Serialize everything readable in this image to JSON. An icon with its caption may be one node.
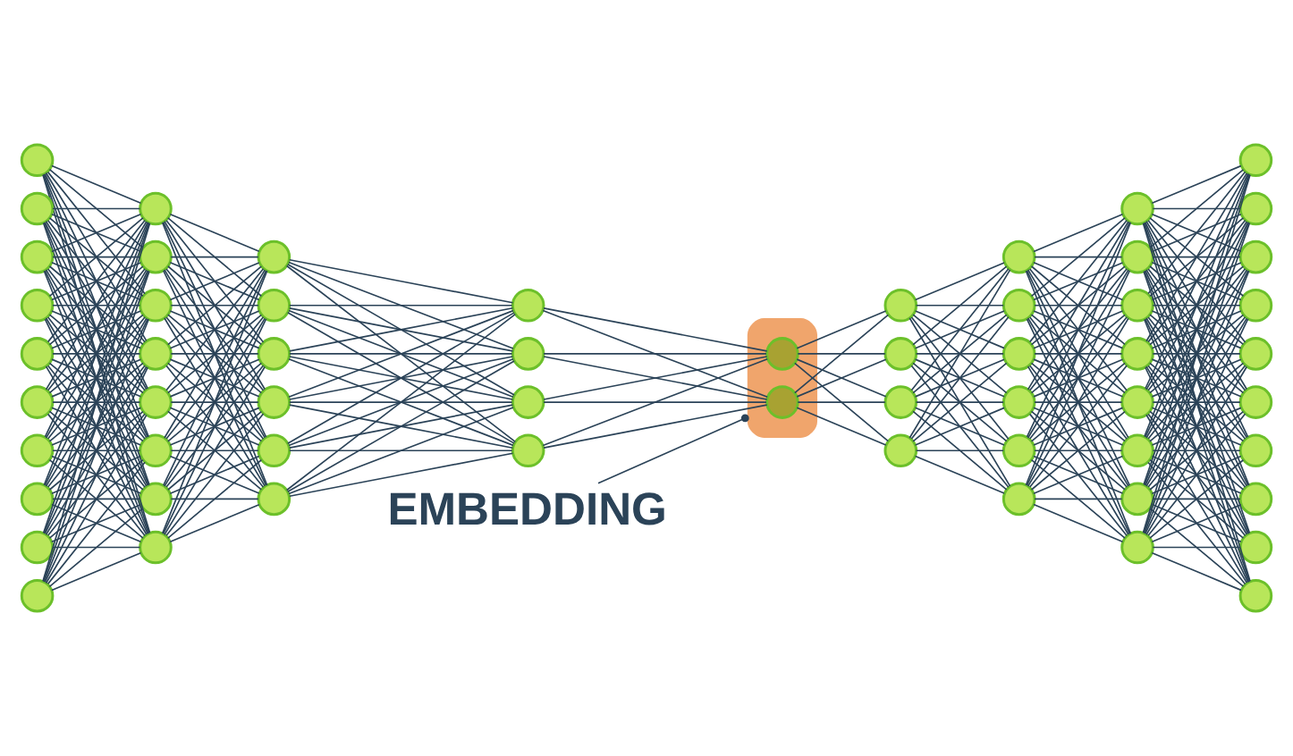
{
  "diagram": {
    "nodes": [
      {
        "text": [],
        "shape": "circle"
      },
      {
        "text": [],
        "shape": "circle"
      },
      {
        "text": [],
        "shape": "circle"
      },
      {
        "text": [],
        "shape": "circle"
      },
      {
        "text": [],
        "shape": "circle"
      },
      {
        "text": [],
        "shape": "circle"
      },
      {
        "text": [],
        "shape": "circle"
      },
      {
        "text": [],
        "shape": "circle"
      },
      {
        "text": [],
        "shape": "circle"
      },
      {
        "text": [],
        "shape": "circle"
      },
      {
        "text": [],
        "shape": "circle"
      },
      {
        "text": [],
        "shape": "circle"
      },
      {
        "text": [],
        "shape": "circle"
      },
      {
        "text": [],
        "shape": "circle"
      },
      {
        "text": [],
        "shape": "circle"
      },
      {
        "text": [],
        "shape": "circle"
      },
      {
        "text": [],
        "shape": "circle"
      },
      {
        "text": [],
        "shape": "circle"
      },
      {
        "text": [],
        "shape": "circle"
      },
      {
        "text": [],
        "shape": "circle"
      },
      {
        "text": [],
        "shape": "circle"
      },
      {
        "text": [],
        "shape": "circle"
      },
      {
        "text": [],
        "shape": "circle"
      },
      {
        "text": [],
        "shape": "circle"
      },
      {
        "text": [],
        "shape": "circle"
      },
      {
        "text": [],
        "shape": "circle"
      },
      {
        "text": [],
        "shape": "circle"
      },
      {
        "text": [],
        "shape": "circle"
      },
      {
        "text": [],
        "shape": "box"
      },
      {
        "text": [],
        "shape": "circle",
        "in": 28
      },
      {
        "text": [],
        "shape": "circle",
        "in": 28
      },
      {
        "text": [],
        "shape": "circle"
      },
      {
        "text": [],
        "shape": "circle"
      },
      {
        "text": [],
        "shape": "circle"
      },
      {
        "text": [],
        "shape": "circle"
      },
      {
        "text": [],
        "shape": "circle"
      },
      {
        "text": [],
        "shape": "circle"
      },
      {
        "text": [],
        "shape": "circle"
      },
      {
        "text": [],
        "shape": "circle"
      },
      {
        "text": [],
        "shape": "circle"
      },
      {
        "text": [],
        "shape": "circle"
      },
      {
        "text": [],
        "shape": "circle"
      },
      {
        "text": [],
        "shape": "circle"
      },
      {
        "text": [],
        "shape": "circle"
      },
      {
        "text": [],
        "shape": "circle"
      },
      {
        "text": [],
        "shape": "circle"
      },
      {
        "text": [],
        "shape": "circle"
      },
      {
        "text": [],
        "shape": "circle"
      },
      {
        "text": [],
        "shape": "circle"
      },
      {
        "text": [],
        "shape": "circle"
      },
      {
        "text": [],
        "shape": "circle"
      },
      {
        "text": [],
        "shape": "circle"
      },
      {
        "text": [],
        "shape": "circle"
      },
      {
        "text": [],
        "shape": "circle"
      },
      {
        "text": [],
        "shape": "circle"
      },
      {
        "text": [],
        "shape": "circle"
      },
      {
        "text": [],
        "shape": "circle"
      },
      {
        "text": [],
        "shape": "circle"
      },
      {
        "text": [],
        "shape": "circle"
      },
      {
        "text": [
          "EMBEDDING"
        ]
      }
    ],
    "edges": [
      {
        "from": 0,
        "to": 10,
        "arrow": "none"
      },
      {
        "from": 0,
        "to": 11,
        "arrow": "none"
      },
      {
        "from": 0,
        "to": 12,
        "arrow": "none"
      },
      {
        "from": 0,
        "to": 13,
        "arrow": "none"
      },
      {
        "from": 0,
        "to": 14,
        "arrow": "none"
      },
      {
        "from": 0,
        "to": 15,
        "arrow": "none"
      },
      {
        "from": 0,
        "to": 16,
        "arrow": "none"
      },
      {
        "from": 0,
        "to": 17,
        "arrow": "none"
      },
      {
        "from": 1,
        "to": 10,
        "arrow": "none"
      },
      {
        "from": 1,
        "to": 11,
        "arrow": "none"
      },
      {
        "from": 1,
        "to": 12,
        "arrow": "none"
      },
      {
        "from": 1,
        "to": 13,
        "arrow": "none"
      },
      {
        "from": 1,
        "to": 14,
        "arrow": "none"
      },
      {
        "from": 1,
        "to": 15,
        "arrow": "none"
      },
      {
        "from": 1,
        "to": 16,
        "arrow": "none"
      },
      {
        "from": 1,
        "to": 17,
        "arrow": "none"
      },
      {
        "from": 2,
        "to": 10,
        "arrow": "none"
      },
      {
        "from": 2,
        "to": 11,
        "arrow": "none"
      },
      {
        "from": 2,
        "to": 12,
        "arrow": "none"
      },
      {
        "from": 2,
        "to": 13,
        "arrow": "none"
      },
      {
        "from": 2,
        "to": 14,
        "arrow": "none"
      },
      {
        "from": 2,
        "to": 15,
        "arrow": "none"
      },
      {
        "from": 2,
        "to": 16,
        "arrow": "none"
      },
      {
        "from": 2,
        "to": 17,
        "arrow": "none"
      },
      {
        "from": 3,
        "to": 10,
        "arrow": "none"
      },
      {
        "from": 3,
        "to": 11,
        "arrow": "none"
      },
      {
        "from": 3,
        "to": 12,
        "arrow": "none"
      },
      {
        "from": 3,
        "to": 13,
        "arrow": "none"
      },
      {
        "from": 3,
        "to": 14,
        "arrow": "none"
      },
      {
        "from": 3,
        "to": 15,
        "arrow": "none"
      },
      {
        "from": 3,
        "to": 16,
        "arrow": "none"
      },
      {
        "from": 3,
        "to": 17,
        "arrow": "none"
      },
      {
        "from": 4,
        "to": 10,
        "arrow": "none"
      },
      {
        "from": 4,
        "to": 11,
        "arrow": "none"
      },
      {
        "from": 4,
        "to": 12,
        "arrow": "none"
      },
      {
        "from": 4,
        "to": 13,
        "arrow": "none"
      },
      {
        "from": 4,
        "to": 14,
        "arrow": "none"
      },
      {
        "from": 4,
        "to": 15,
        "arrow": "none"
      },
      {
        "from": 4,
        "to": 16,
        "arrow": "none"
      },
      {
        "from": 4,
        "to": 17,
        "arrow": "none"
      },
      {
        "from": 5,
        "to": 10,
        "arrow": "none"
      },
      {
        "from": 5,
        "to": 11,
        "arrow": "none"
      },
      {
        "from": 5,
        "to": 12,
        "arrow": "none"
      },
      {
        "from": 5,
        "to": 13,
        "arrow": "none"
      },
      {
        "from": 5,
        "to": 14,
        "arrow": "none"
      },
      {
        "from": 5,
        "to": 15,
        "arrow": "none"
      },
      {
        "from": 5,
        "to": 16,
        "arrow": "none"
      },
      {
        "from": 5,
        "to": 17,
        "arrow": "none"
      },
      {
        "from": 6,
        "to": 10,
        "arrow": "none"
      },
      {
        "from": 6,
        "to": 11,
        "arrow": "none"
      },
      {
        "from": 6,
        "to": 12,
        "arrow": "none"
      },
      {
        "from": 6,
        "to": 13,
        "arrow": "none"
      },
      {
        "from": 6,
        "to": 14,
        "arrow": "none"
      },
      {
        "from": 6,
        "to": 15,
        "arrow": "none"
      },
      {
        "from": 6,
        "to": 16,
        "arrow": "none"
      },
      {
        "from": 6,
        "to": 17,
        "arrow": "none"
      },
      {
        "from": 7,
        "to": 10,
        "arrow": "none"
      },
      {
        "from": 7,
        "to": 11,
        "arrow": "none"
      },
      {
        "from": 7,
        "to": 12,
        "arrow": "none"
      },
      {
        "from": 7,
        "to": 13,
        "arrow": "none"
      },
      {
        "from": 7,
        "to": 14,
        "arrow": "none"
      },
      {
        "from": 7,
        "to": 15,
        "arrow": "none"
      },
      {
        "from": 7,
        "to": 16,
        "arrow": "none"
      },
      {
        "from": 7,
        "to": 17,
        "arrow": "none"
      },
      {
        "from": 8,
        "to": 10,
        "arrow": "none"
      },
      {
        "from": 8,
        "to": 11,
        "arrow": "none"
      },
      {
        "from": 8,
        "to": 12,
        "arrow": "none"
      },
      {
        "from": 8,
        "to": 13,
        "arrow": "none"
      },
      {
        "from": 8,
        "to": 14,
        "arrow": "none"
      },
      {
        "from": 8,
        "to": 15,
        "arrow": "none"
      },
      {
        "from": 8,
        "to": 16,
        "arrow": "none"
      },
      {
        "from": 8,
        "to": 17,
        "arrow": "none"
      },
      {
        "from": 9,
        "to": 10,
        "arrow": "none"
      },
      {
        "from": 9,
        "to": 11,
        "arrow": "none"
      },
      {
        "from": 9,
        "to": 12,
        "arrow": "none"
      },
      {
        "from": 9,
        "to": 13,
        "arrow": "none"
      },
      {
        "from": 9,
        "to": 14,
        "arrow": "none"
      },
      {
        "from": 9,
        "to": 15,
        "arrow": "none"
      },
      {
        "from": 9,
        "to": 16,
        "arrow": "none"
      },
      {
        "from": 9,
        "to": 17,
        "arrow": "none"
      },
      {
        "from": 10,
        "to": 18,
        "arrow": "none"
      },
      {
        "from": 10,
        "to": 19,
        "arrow": "none"
      },
      {
        "from": 10,
        "to": 20,
        "arrow": "none"
      },
      {
        "from": 10,
        "to": 21,
        "arrow": "none"
      },
      {
        "from": 10,
        "to": 22,
        "arrow": "none"
      },
      {
        "from": 10,
        "to": 23,
        "arrow": "none"
      },
      {
        "from": 11,
        "to": 18,
        "arrow": "none"
      },
      {
        "from": 11,
        "to": 19,
        "arrow": "none"
      },
      {
        "from": 11,
        "to": 20,
        "arrow": "none"
      },
      {
        "from": 11,
        "to": 21,
        "arrow": "none"
      },
      {
        "from": 11,
        "to": 22,
        "arrow": "none"
      },
      {
        "from": 11,
        "to": 23,
        "arrow": "none"
      },
      {
        "from": 12,
        "to": 18,
        "arrow": "none"
      },
      {
        "from": 12,
        "to": 19,
        "arrow": "none"
      },
      {
        "from": 12,
        "to": 20,
        "arrow": "none"
      },
      {
        "from": 12,
        "to": 21,
        "arrow": "none"
      },
      {
        "from": 12,
        "to": 22,
        "arrow": "none"
      },
      {
        "from": 12,
        "to": 23,
        "arrow": "none"
      },
      {
        "from": 13,
        "to": 18,
        "arrow": "none"
      },
      {
        "from": 13,
        "to": 19,
        "arrow": "none"
      },
      {
        "from": 13,
        "to": 20,
        "arrow": "none"
      },
      {
        "from": 13,
        "to": 21,
        "arrow": "none"
      },
      {
        "from": 13,
        "to": 22,
        "arrow": "none"
      },
      {
        "from": 13,
        "to": 23,
        "arrow": "none"
      },
      {
        "from": 14,
        "to": 18,
        "arrow": "none"
      },
      {
        "from": 14,
        "to": 19,
        "arrow": "none"
      },
      {
        "from": 14,
        "to": 20,
        "arrow": "none"
      },
      {
        "from": 14,
        "to": 21,
        "arrow": "none"
      },
      {
        "from": 14,
        "to": 22,
        "arrow": "none"
      },
      {
        "from": 14,
        "to": 23,
        "arrow": "none"
      },
      {
        "from": 15,
        "to": 18,
        "arrow": "none"
      },
      {
        "from": 15,
        "to": 19,
        "arrow": "none"
      },
      {
        "from": 15,
        "to": 20,
        "arrow": "none"
      },
      {
        "from": 15,
        "to": 21,
        "arrow": "none"
      },
      {
        "from": 15,
        "to": 22,
        "arrow": "none"
      },
      {
        "from": 15,
        "to": 23,
        "arrow": "none"
      },
      {
        "from": 16,
        "to": 18,
        "arrow": "none"
      },
      {
        "from": 16,
        "to": 19,
        "arrow": "none"
      },
      {
        "from": 16,
        "to": 20,
        "arrow": "none"
      },
      {
        "from": 16,
        "to": 21,
        "arrow": "none"
      },
      {
        "from": 16,
        "to": 22,
        "arrow": "none"
      },
      {
        "from": 16,
        "to": 23,
        "arrow": "none"
      },
      {
        "from": 17,
        "to": 18,
        "arrow": "none"
      },
      {
        "from": 17,
        "to": 19,
        "arrow": "none"
      },
      {
        "from": 17,
        "to": 20,
        "arrow": "none"
      },
      {
        "from": 17,
        "to": 21,
        "arrow": "none"
      },
      {
        "from": 17,
        "to": 22,
        "arrow": "none"
      },
      {
        "from": 17,
        "to": 23,
        "arrow": "none"
      },
      {
        "from": 18,
        "to": 24,
        "arrow": "none"
      },
      {
        "from": 18,
        "to": 25,
        "arrow": "none"
      },
      {
        "from": 18,
        "to": 26,
        "arrow": "none"
      },
      {
        "from": 18,
        "to": 27,
        "arrow": "none"
      },
      {
        "from": 19,
        "to": 24,
        "arrow": "none"
      },
      {
        "from": 19,
        "to": 25,
        "arrow": "none"
      },
      {
        "from": 19,
        "to": 26,
        "arrow": "none"
      },
      {
        "from": 19,
        "to": 27,
        "arrow": "none"
      },
      {
        "from": 20,
        "to": 24,
        "arrow": "none"
      },
      {
        "from": 20,
        "to": 25,
        "arrow": "none"
      },
      {
        "from": 20,
        "to": 26,
        "arrow": "none"
      },
      {
        "from": 20,
        "to": 27,
        "arrow": "none"
      },
      {
        "from": 21,
        "to": 24,
        "arrow": "none"
      },
      {
        "from": 21,
        "to": 25,
        "arrow": "none"
      },
      {
        "from": 21,
        "to": 26,
        "arrow": "none"
      },
      {
        "from": 21,
        "to": 27,
        "arrow": "none"
      },
      {
        "from": 22,
        "to": 24,
        "arrow": "none"
      },
      {
        "from": 22,
        "to": 25,
        "arrow": "none"
      },
      {
        "from": 22,
        "to": 26,
        "arrow": "none"
      },
      {
        "from": 22,
        "to": 27,
        "arrow": "none"
      },
      {
        "from": 23,
        "to": 24,
        "arrow": "none"
      },
      {
        "from": 23,
        "to": 25,
        "arrow": "none"
      },
      {
        "from": 23,
        "to": 26,
        "arrow": "none"
      },
      {
        "from": 23,
        "to": 27,
        "arrow": "none"
      },
      {
        "from": 24,
        "to": 29,
        "arrow": "none"
      },
      {
        "from": 24,
        "to": 30,
        "arrow": "none"
      },
      {
        "from": 25,
        "to": 29,
        "arrow": "none"
      },
      {
        "from": 25,
        "to": 30,
        "arrow": "none"
      },
      {
        "from": 26,
        "to": 29,
        "arrow": "none"
      },
      {
        "from": 26,
        "to": 30,
        "arrow": "none"
      },
      {
        "from": 27,
        "to": 29,
        "arrow": "none"
      },
      {
        "from": 27,
        "to": 30,
        "arrow": "none"
      },
      {
        "from": 29,
        "to": 31,
        "arrow": "none"
      },
      {
        "from": 29,
        "to": 32,
        "arrow": "none"
      },
      {
        "from": 29,
        "to": 33,
        "arrow": "none"
      },
      {
        "from": 29,
        "to": 34,
        "arrow": "none"
      },
      {
        "from": 30,
        "to": 31,
        "arrow": "none"
      },
      {
        "from": 30,
        "to": 32,
        "arrow": "none"
      },
      {
        "from": 30,
        "to": 33,
        "arrow": "none"
      },
      {
        "from": 30,
        "to": 34,
        "arrow": "none"
      },
      {
        "from": 31,
        "to": 35,
        "arrow": "none"
      },
      {
        "from": 31,
        "to": 36,
        "arrow": "none"
      },
      {
        "from": 31,
        "to": 37,
        "arrow": "none"
      },
      {
        "from": 31,
        "to": 38,
        "arrow": "none"
      },
      {
        "from": 31,
        "to": 39,
        "arrow": "none"
      },
      {
        "from": 31,
        "to": 40,
        "arrow": "none"
      },
      {
        "from": 32,
        "to": 35,
        "arrow": "none"
      },
      {
        "from": 32,
        "to": 36,
        "arrow": "none"
      },
      {
        "from": 32,
        "to": 37,
        "arrow": "none"
      },
      {
        "from": 32,
        "to": 38,
        "arrow": "none"
      },
      {
        "from": 32,
        "to": 39,
        "arrow": "none"
      },
      {
        "from": 32,
        "to": 40,
        "arrow": "none"
      },
      {
        "from": 33,
        "to": 35,
        "arrow": "none"
      },
      {
        "from": 33,
        "to": 36,
        "arrow": "none"
      },
      {
        "from": 33,
        "to": 37,
        "arrow": "none"
      },
      {
        "from": 33,
        "to": 38,
        "arrow": "none"
      },
      {
        "from": 33,
        "to": 39,
        "arrow": "none"
      },
      {
        "from": 33,
        "to": 40,
        "arrow": "none"
      },
      {
        "from": 34,
        "to": 35,
        "arrow": "none"
      },
      {
        "from": 34,
        "to": 36,
        "arrow": "none"
      },
      {
        "from": 34,
        "to": 37,
        "arrow": "none"
      },
      {
        "from": 34,
        "to": 38,
        "arrow": "none"
      },
      {
        "from": 34,
        "to": 39,
        "arrow": "none"
      },
      {
        "from": 34,
        "to": 40,
        "arrow": "none"
      },
      {
        "from": 35,
        "to": 41,
        "arrow": "none"
      },
      {
        "from": 35,
        "to": 42,
        "arrow": "none"
      },
      {
        "from": 35,
        "to": 43,
        "arrow": "none"
      },
      {
        "from": 35,
        "to": 44,
        "arrow": "none"
      },
      {
        "from": 35,
        "to": 45,
        "arrow": "none"
      },
      {
        "from": 35,
        "to": 46,
        "arrow": "none"
      },
      {
        "from": 35,
        "to": 47,
        "arrow": "none"
      },
      {
        "from": 35,
        "to": 48,
        "arrow": "none"
      },
      {
        "from": 36,
        "to": 41,
        "arrow": "none"
      },
      {
        "from": 36,
        "to": 42,
        "arrow": "none"
      },
      {
        "from": 36,
        "to": 43,
        "arrow": "none"
      },
      {
        "from": 36,
        "to": 44,
        "arrow": "none"
      },
      {
        "from": 36,
        "to": 45,
        "arrow": "none"
      },
      {
        "from": 36,
        "to": 46,
        "arrow": "none"
      },
      {
        "from": 36,
        "to": 47,
        "arrow": "none"
      },
      {
        "from": 36,
        "to": 48,
        "arrow": "none"
      },
      {
        "from": 37,
        "to": 41,
        "arrow": "none"
      },
      {
        "from": 37,
        "to": 42,
        "arrow": "none"
      },
      {
        "from": 37,
        "to": 43,
        "arrow": "none"
      },
      {
        "from": 37,
        "to": 44,
        "arrow": "none"
      },
      {
        "from": 37,
        "to": 45,
        "arrow": "none"
      },
      {
        "from": 37,
        "to": 46,
        "arrow": "none"
      },
      {
        "from": 37,
        "to": 47,
        "arrow": "none"
      },
      {
        "from": 37,
        "to": 48,
        "arrow": "none"
      },
      {
        "from": 38,
        "to": 41,
        "arrow": "none"
      },
      {
        "from": 38,
        "to": 42,
        "arrow": "none"
      },
      {
        "from": 38,
        "to": 43,
        "arrow": "none"
      },
      {
        "from": 38,
        "to": 44,
        "arrow": "none"
      },
      {
        "from": 38,
        "to": 45,
        "arrow": "none"
      },
      {
        "from": 38,
        "to": 46,
        "arrow": "none"
      },
      {
        "from": 38,
        "to": 47,
        "arrow": "none"
      },
      {
        "from": 38,
        "to": 48,
        "arrow": "none"
      },
      {
        "from": 39,
        "to": 41,
        "arrow": "none"
      },
      {
        "from": 39,
        "to": 42,
        "arrow": "none"
      },
      {
        "from": 39,
        "to": 43,
        "arrow": "none"
      },
      {
        "from": 39,
        "to": 44,
        "arrow": "none"
      },
      {
        "from": 39,
        "to": 45,
        "arrow": "none"
      },
      {
        "from": 39,
        "to": 46,
        "arrow": "none"
      },
      {
        "from": 39,
        "to": 47,
        "arrow": "none"
      },
      {
        "from": 39,
        "to": 48,
        "arrow": "none"
      },
      {
        "from": 40,
        "to": 41,
        "arrow": "none"
      },
      {
        "from": 40,
        "to": 42,
        "arrow": "none"
      },
      {
        "from": 40,
        "to": 43,
        "arrow": "none"
      },
      {
        "from": 40,
        "to": 44,
        "arrow": "none"
      },
      {
        "from": 40,
        "to": 45,
        "arrow": "none"
      },
      {
        "from": 40,
        "to": 46,
        "arrow": "none"
      },
      {
        "from": 40,
        "to": 47,
        "arrow": "none"
      },
      {
        "from": 40,
        "to": 48,
        "arrow": "none"
      },
      {
        "from": 41,
        "to": 49,
        "arrow": "none"
      },
      {
        "from": 41,
        "to": 50,
        "arrow": "none"
      },
      {
        "from": 41,
        "to": 51,
        "arrow": "none"
      },
      {
        "from": 41,
        "to": 52,
        "arrow": "none"
      },
      {
        "from": 41,
        "to": 53,
        "arrow": "none"
      },
      {
        "from": 41,
        "to": 54,
        "arrow": "none"
      },
      {
        "from": 41,
        "to": 55,
        "arrow": "none"
      },
      {
        "from": 41,
        "to": 56,
        "arrow": "none"
      },
      {
        "from": 41,
        "to": 57,
        "arrow": "none"
      },
      {
        "from": 41,
        "to": 58,
        "arrow": "none"
      },
      {
        "from": 42,
        "to": 49,
        "arrow": "none"
      },
      {
        "from": 42,
        "to": 50,
        "arrow": "none"
      },
      {
        "from": 42,
        "to": 51,
        "arrow": "none"
      },
      {
        "from": 42,
        "to": 52,
        "arrow": "none"
      },
      {
        "from": 42,
        "to": 53,
        "arrow": "none"
      },
      {
        "from": 42,
        "to": 54,
        "arrow": "none"
      },
      {
        "from": 42,
        "to": 55,
        "arrow": "none"
      },
      {
        "from": 42,
        "to": 56,
        "arrow": "none"
      },
      {
        "from": 42,
        "to": 57,
        "arrow": "none"
      },
      {
        "from": 42,
        "to": 58,
        "arrow": "none"
      },
      {
        "from": 43,
        "to": 49,
        "arrow": "none"
      },
      {
        "from": 43,
        "to": 50,
        "arrow": "none"
      },
      {
        "from": 43,
        "to": 51,
        "arrow": "none"
      },
      {
        "from": 43,
        "to": 52,
        "arrow": "none"
      },
      {
        "from": 43,
        "to": 53,
        "arrow": "none"
      },
      {
        "from": 43,
        "to": 54,
        "arrow": "none"
      },
      {
        "from": 43,
        "to": 55,
        "arrow": "none"
      },
      {
        "from": 43,
        "to": 56,
        "arrow": "none"
      },
      {
        "from": 43,
        "to": 57,
        "arrow": "none"
      },
      {
        "from": 43,
        "to": 58,
        "arrow": "none"
      },
      {
        "from": 44,
        "to": 49,
        "arrow": "none"
      },
      {
        "from": 44,
        "to": 50,
        "arrow": "none"
      },
      {
        "from": 44,
        "to": 51,
        "arrow": "none"
      },
      {
        "from": 44,
        "to": 52,
        "arrow": "none"
      },
      {
        "from": 44,
        "to": 53,
        "arrow": "none"
      },
      {
        "from": 44,
        "to": 54,
        "arrow": "none"
      },
      {
        "from": 44,
        "to": 55,
        "arrow": "none"
      },
      {
        "from": 44,
        "to": 56,
        "arrow": "none"
      },
      {
        "from": 44,
        "to": 57,
        "arrow": "none"
      },
      {
        "from": 44,
        "to": 58,
        "arrow": "none"
      },
      {
        "from": 45,
        "to": 49,
        "arrow": "none"
      },
      {
        "from": 45,
        "to": 50,
        "arrow": "none"
      },
      {
        "from": 45,
        "to": 51,
        "arrow": "none"
      },
      {
        "from": 45,
        "to": 52,
        "arrow": "none"
      },
      {
        "from": 45,
        "to": 53,
        "arrow": "none"
      },
      {
        "from": 45,
        "to": 54,
        "arrow": "none"
      },
      {
        "from": 45,
        "to": 55,
        "arrow": "none"
      },
      {
        "from": 45,
        "to": 56,
        "arrow": "none"
      },
      {
        "from": 45,
        "to": 57,
        "arrow": "none"
      },
      {
        "from": 45,
        "to": 58,
        "arrow": "none"
      },
      {
        "from": 46,
        "to": 49,
        "arrow": "none"
      },
      {
        "from": 46,
        "to": 50,
        "arrow": "none"
      },
      {
        "from": 46,
        "to": 51,
        "arrow": "none"
      },
      {
        "from": 46,
        "to": 52,
        "arrow": "none"
      },
      {
        "from": 46,
        "to": 53,
        "arrow": "none"
      },
      {
        "from": 46,
        "to": 54,
        "arrow": "none"
      },
      {
        "from": 46,
        "to": 55,
        "arrow": "none"
      },
      {
        "from": 46,
        "to": 56,
        "arrow": "none"
      },
      {
        "from": 46,
        "to": 57,
        "arrow": "none"
      },
      {
        "from": 46,
        "to": 58,
        "arrow": "none"
      },
      {
        "from": 47,
        "to": 49,
        "arrow": "none"
      },
      {
        "from": 47,
        "to": 50,
        "arrow": "none"
      },
      {
        "from": 47,
        "to": 51,
        "arrow": "none"
      },
      {
        "from": 47,
        "to": 52,
        "arrow": "none"
      },
      {
        "from": 47,
        "to": 53,
        "arrow": "none"
      },
      {
        "from": 47,
        "to": 54,
        "arrow": "none"
      },
      {
        "from": 47,
        "to": 55,
        "arrow": "none"
      },
      {
        "from": 47,
        "to": 56,
        "arrow": "none"
      },
      {
        "from": 47,
        "to": 57,
        "arrow": "none"
      },
      {
        "from": 47,
        "to": 58,
        "arrow": "none"
      },
      {
        "from": 48,
        "to": 49,
        "arrow": "none"
      },
      {
        "from": 48,
        "to": 50,
        "arrow": "none"
      },
      {
        "from": 48,
        "to": 51,
        "arrow": "none"
      },
      {
        "from": 48,
        "to": 52,
        "arrow": "none"
      },
      {
        "from": 48,
        "to": 53,
        "arrow": "none"
      },
      {
        "from": 48,
        "to": 54,
        "arrow": "none"
      },
      {
        "from": 48,
        "to": 55,
        "arrow": "none"
      },
      {
        "from": 48,
        "to": 56,
        "arrow": "none"
      },
      {
        "from": 48,
        "to": 57,
        "arrow": "none"
      },
      {
        "from": 48,
        "to": 58,
        "arrow": "none"
      },
      {
        "from": 59,
        "to": 28,
        "arrow": "other"
      }
    ]
  }
}
